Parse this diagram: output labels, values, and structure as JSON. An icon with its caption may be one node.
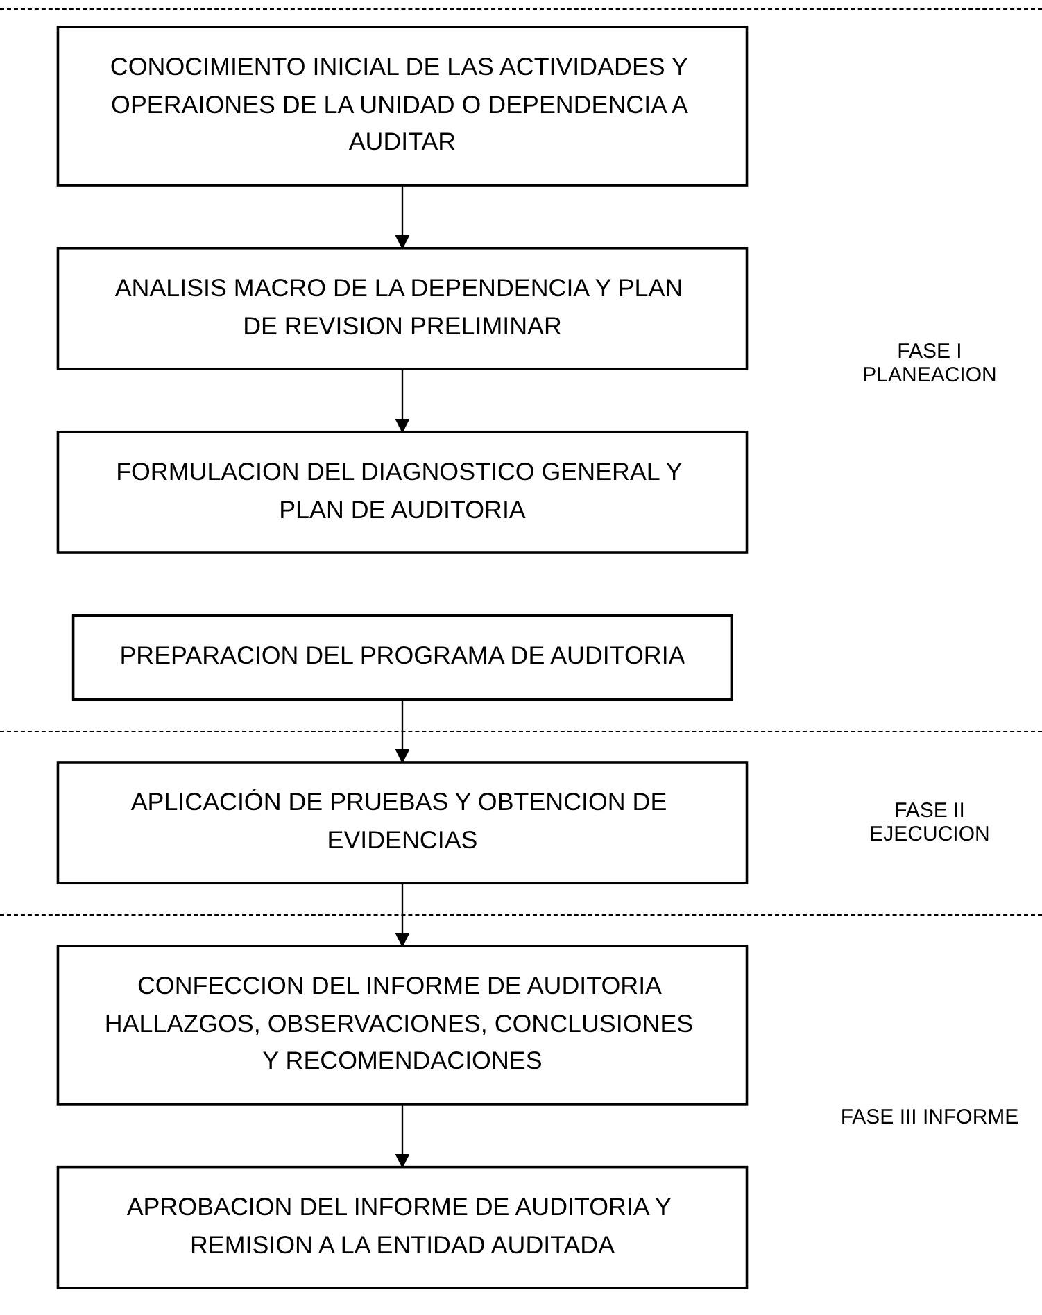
{
  "diagram": {
    "nodes": [
      {
        "text": [
          "CONOCIMIENTO INICIAL DE LAS ACTIVIDADES Y OPERAIONES DE LA UNIDAD O DEPENDENCIA A AUDITAR"
        ]
      },
      {
        "text": [
          "ANALISIS MACRO DE LA DEPENDENCIA Y PLAN DE REVISION PRELIMINAR"
        ]
      },
      {
        "text": [
          "FORMULACION DEL DIAGNOSTICO GENERAL Y PLAN DE AUDITORIA"
        ]
      },
      {
        "text": [
          "PREPARACION DEL PROGRAMA DE AUDITORIA"
        ]
      },
      {
        "text": [
          "APLICACIÓN DE PRUEBAS Y OBTENCION DE EVIDENCIAS"
        ]
      },
      {
        "text": [
          "CONFECCION DEL INFORME DE AUDITORIA HALLAZGOS, OBSERVACIONES, CONCLUSIONES Y RECOMENDACIONES"
        ]
      },
      {
        "text": [
          "APROBACION DEL INFORME DE AUDITORIA Y REMISION A LA ENTIDAD AUDITADA"
        ]
      }
    ],
    "edges": [
      {
        "from": 0,
        "to": 1,
        "arrow": "to"
      },
      {
        "from": 1,
        "to": 2,
        "arrow": "to"
      },
      {
        "from": 3,
        "to": 4,
        "arrow": "to"
      },
      {
        "from": 4,
        "to": 5,
        "arrow": "to"
      },
      {
        "from": 5,
        "to": 6,
        "arrow": "to"
      }
    ],
    "labels": [
      "FASE I PLANEACION",
      "FASE II EJECUCION",
      "FASE III INFORME"
    ]
  }
}
